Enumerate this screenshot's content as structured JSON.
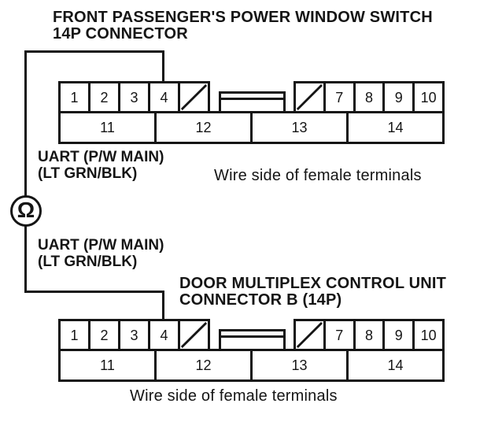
{
  "colors": {
    "ink": "#151515",
    "background": "#ffffff"
  },
  "top_connector": {
    "title_line1": "FRONT PASSENGER'S POWER WINDOW SWITCH",
    "title_line2": "14P CONNECTOR",
    "caption": "Wire side of female terminals"
  },
  "bottom_connector": {
    "title_line1": "DOOR MULTIPLEX CONTROL UNIT",
    "title_line2": "CONNECTOR B (14P)",
    "caption": "Wire side of female terminals"
  },
  "wire": {
    "upper_label_line1": "UART (P/W MAIN)",
    "upper_label_line2": "(LT GRN/BLK)",
    "lower_label_line1": "UART (P/W MAIN)",
    "lower_label_line2": "(LT GRN/BLK)",
    "meter_symbol": "Ω"
  },
  "pinout": {
    "slash_token": "/",
    "top_row_left": [
      "1",
      "2",
      "3",
      "4",
      "/"
    ],
    "top_row_right": [
      "/",
      "7",
      "8",
      "9",
      "10"
    ],
    "bottom_row": [
      "11",
      "12",
      "13",
      "14"
    ]
  }
}
